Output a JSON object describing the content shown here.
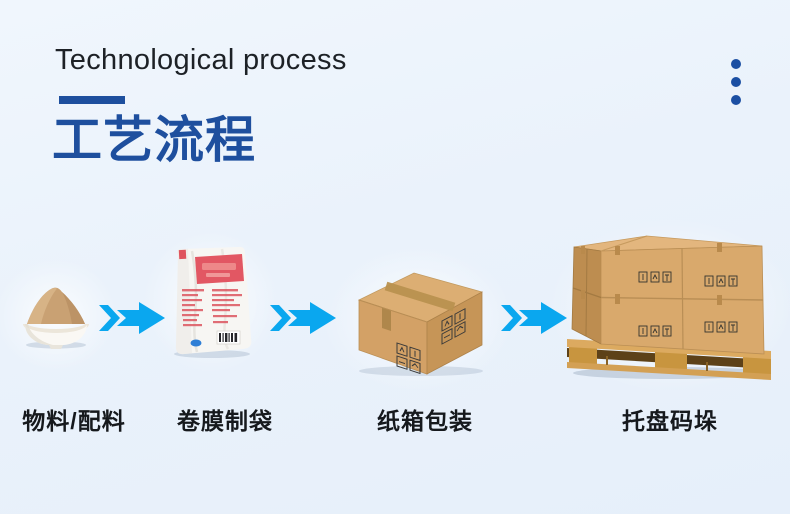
{
  "theme": {
    "background_light_blue": "#eaf2fb",
    "accent_blue": "#1e4f9e",
    "arrow_blue": "#0aa7ef",
    "text_dark": "#1b1e23",
    "carton_brown": "#d2a166",
    "wood_yellow": "#d9a75b"
  },
  "header": {
    "title_en": "Technological process",
    "title_zh": "工艺流程"
  },
  "icons": {
    "ornament": "vertical-ellipsis-icon",
    "connector": "flow-arrow-right-icon"
  },
  "flow": {
    "steps": [
      {
        "label": "物料/配料",
        "image": "powder-bowl"
      },
      {
        "label": "卷膜制袋",
        "image": "film-bag"
      },
      {
        "label": "纸箱包装",
        "image": "carton-box"
      },
      {
        "label": "托盘码垛",
        "image": "pallet-stack"
      }
    ]
  }
}
